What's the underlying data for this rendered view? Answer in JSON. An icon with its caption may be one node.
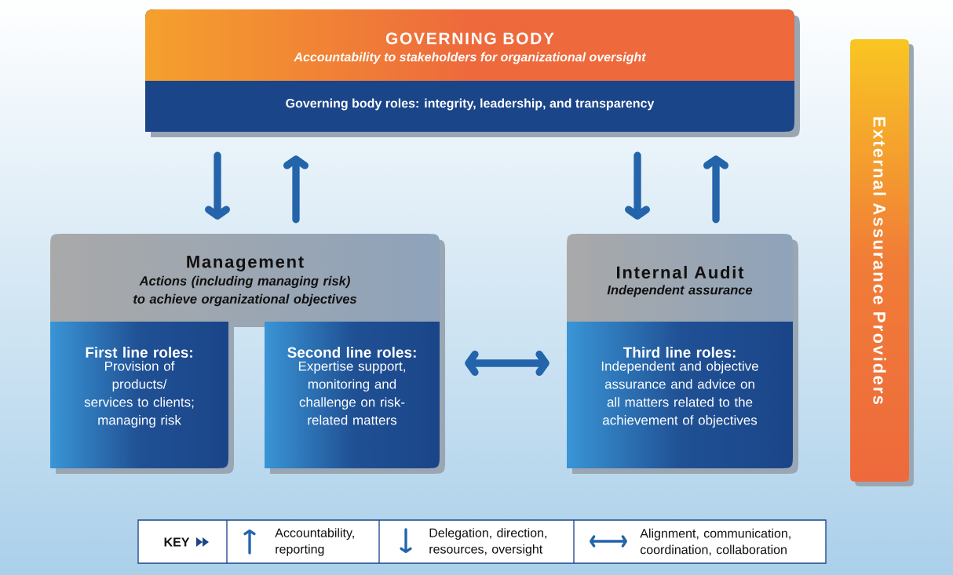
{
  "diagram": {
    "nodes": [
      {
        "text": [
          "GOVERNING BODY",
          "Accountability to stakeholders for organizational oversight",
          "Governing body roles: integrity, leadership, and transparency"
        ]
      },
      {
        "text": [
          "Management",
          "Actions (including managing risk) to achieve organizational objectives"
        ]
      },
      {
        "text": [
          "First line roles:",
          "Provision of products/ services to clients; managing risk"
        ],
        "in": 1
      },
      {
        "text": [
          "Second line roles:",
          "Expertise support, monitoring and challenge on risk-related matters"
        ],
        "in": 1
      },
      {
        "text": [
          "Internal Audit",
          "Independent assurance"
        ]
      },
      {
        "text": [
          "Third line roles:",
          "Independent and objective assurance and advice on all matters related to the achievement of objectives"
        ],
        "in": 4
      },
      {
        "text": [
          "External Assurance Providers"
        ]
      }
    ],
    "edges": [
      {
        "from": 0,
        "to": 1,
        "arrow": "to"
      },
      {
        "from": 1,
        "to": 0,
        "arrow": "to"
      },
      {
        "from": 0,
        "to": 4,
        "arrow": "to"
      },
      {
        "from": 4,
        "to": 0,
        "arrow": "to"
      },
      {
        "from": 3,
        "to": 5,
        "arrow": "both"
      }
    ],
    "labels": [
      "KEY"
    ],
    "legend": [
      {
        "text": "Accountability, reporting"
      },
      {
        "text": "Delegation, direction, resources, oversight"
      },
      {
        "text": "Alignment, communication, coordination, collaboration"
      }
    ]
  }
}
